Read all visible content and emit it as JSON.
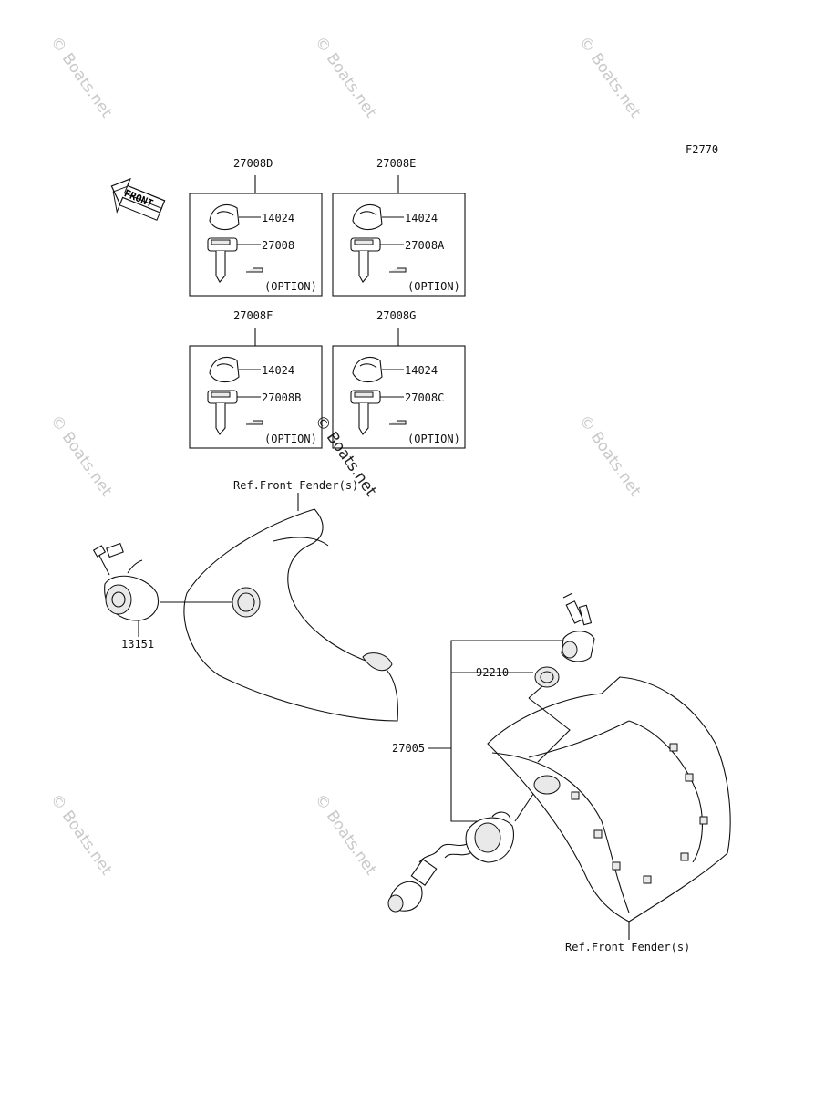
{
  "figure_code": "F2770",
  "front_arrow_label": "FRONT",
  "watermark_text": "© Boats.net",
  "key_sets": [
    {
      "assembly": "27008D",
      "knob": "14024",
      "key": "27008",
      "option": "(OPTION)"
    },
    {
      "assembly": "27008E",
      "knob": "14024",
      "key": "27008A",
      "option": "(OPTION)"
    },
    {
      "assembly": "27008F",
      "knob": "14024",
      "key": "27008B",
      "option": "(OPTION)"
    },
    {
      "assembly": "27008G",
      "knob": "14024",
      "key": "27008C",
      "option": "(OPTION)"
    }
  ],
  "fender_ref_upper": "Ref.Front Fender(s)",
  "fender_ref_lower": "Ref.Front Fender(s)",
  "switch_part": "13151",
  "nut_part": "92210",
  "switch_assembly": "27005"
}
